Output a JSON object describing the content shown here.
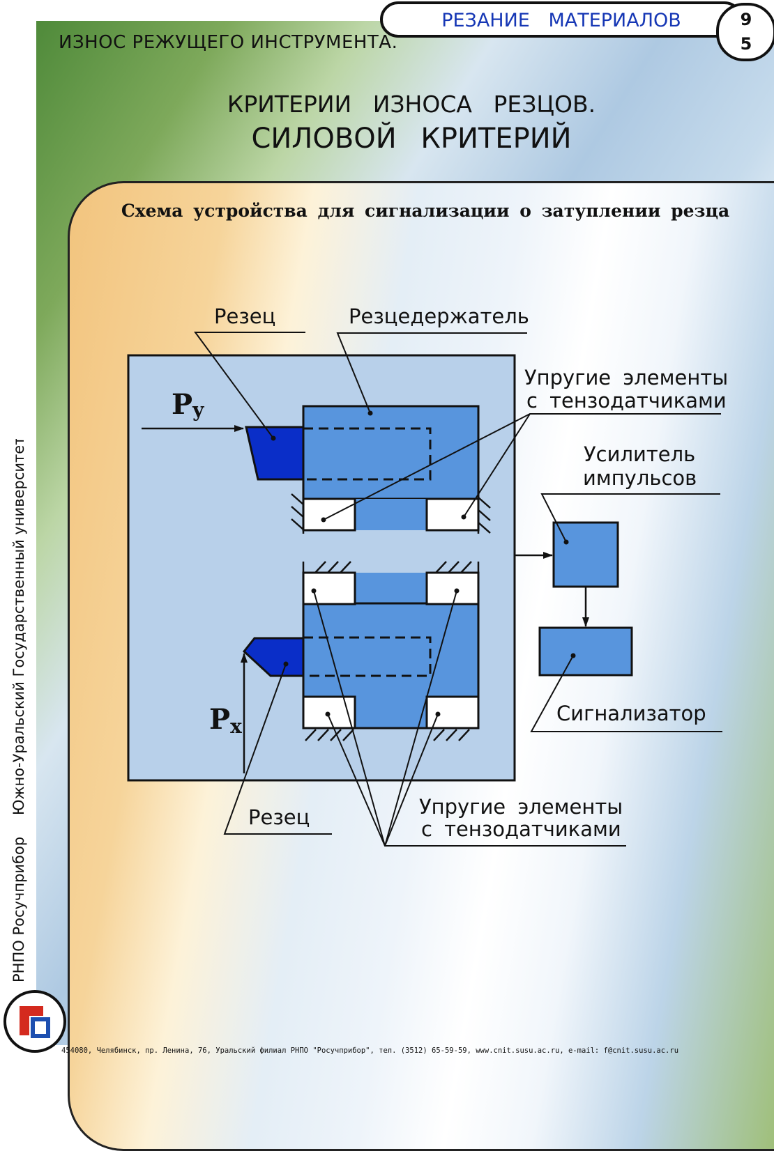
{
  "header": {
    "topic": "ИЗНОС РЕЖУЩЕГО ИНСТРУМЕНТА.",
    "course_title": "РЕЗАНИЕ МАТЕРИАЛОВ",
    "page_number_top": "9",
    "page_number_bottom": "5"
  },
  "heading": {
    "line1": "КРИТЕРИИ ИЗНОСА РЕЗЦОВ.",
    "line2": "СИЛОВОЙ КРИТЕРИЙ"
  },
  "diagram": {
    "subtitle": "Схема устройства для сигнализации о затуплении резца",
    "labels": {
      "cutter_top": "Резец",
      "holder": "Резцедержатель",
      "elastic_top_line1": "Упругие элементы",
      "elastic_top_line2": "с тензодатчиками",
      "amplifier_line1": "Усилитель",
      "amplifier_line2": "импульсов",
      "signaler": "Сигнализатор",
      "cutter_bottom": "Резец",
      "elastic_bottom_line1": "Упругие элементы",
      "elastic_bottom_line2": "с тензодатчиками",
      "force_y_main": "P",
      "force_y_sub": "y",
      "force_x_main": "P",
      "force_x_sub": "x"
    },
    "colors": {
      "frame": "#b8d0ea",
      "holder": "#5895dd",
      "cutter": "#0a2ec8",
      "element": "#ffffff"
    }
  },
  "sidebar": {
    "org1": "РНПО Росучприбор",
    "org2": "Южно-Уральский Государственный университет"
  },
  "footer": {
    "text": "454080, Челябинск, пр. Ленина, 76, Уральский филиал РНПО \"Росучприбор\", тел. (3512) 65-59-59, www.cnit.susu.ac.ru,  e-mail: f@cnit.susu.ac.ru"
  }
}
